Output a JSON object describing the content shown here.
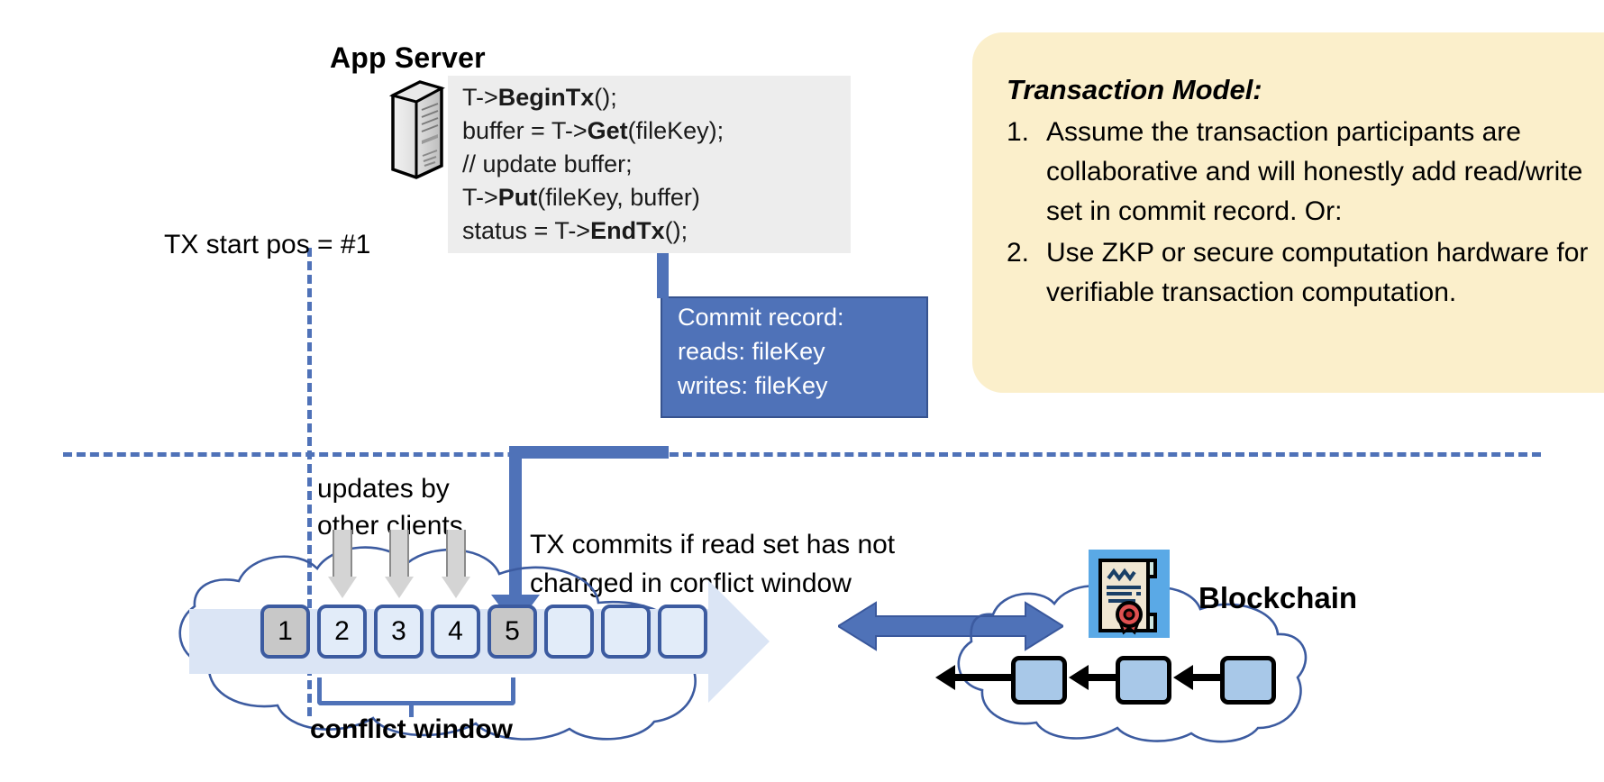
{
  "app_server": {
    "title": "App Server",
    "icon": "server-tower-icon",
    "code_lines": [
      {
        "pre": "T->",
        "bold": "BeginTx",
        "post": "();"
      },
      {
        "pre": "buffer = T->",
        "bold": "Get",
        "post": "(fileKey);"
      },
      {
        "pre": "// update buffer;",
        "bold": "",
        "post": ""
      },
      {
        "pre": "T->",
        "bold": "Put",
        "post": "(fileKey, buffer)"
      },
      {
        "pre": "status = T->",
        "bold": "EndTx",
        "post": "();"
      }
    ]
  },
  "commit_record": {
    "line1": "Commit record:",
    "line2": "reads: fileKey",
    "line3": "writes: fileKey",
    "bg_color": "#4f72b8",
    "text_color": "#ffffff"
  },
  "transaction_model": {
    "title": "Transaction Model:",
    "bg_color": "#fbefcb",
    "items": [
      {
        "num": "1.",
        "text": "Assume the transaction participants are collaborative and will honestly add read/write set in commit record.  Or:"
      },
      {
        "num": "2.",
        "text": "Use ZKP or secure computation hardware for verifiable transaction computation."
      }
    ]
  },
  "annotations": {
    "tx_start_pos": "TX start pos = #1",
    "updates_line1": "updates by",
    "updates_line2": "other clients",
    "commits_line1": "TX commits if read set has not",
    "commits_line2": "changed in conflict window",
    "conflict_window": "conflict window",
    "blockchain": "Blockchain"
  },
  "ledger": {
    "blocks": [
      {
        "label": "1",
        "state": "gray"
      },
      {
        "label": "2",
        "state": "blue"
      },
      {
        "label": "3",
        "state": "blue"
      },
      {
        "label": "4",
        "state": "blue"
      },
      {
        "label": "5",
        "state": "gray"
      },
      {
        "label": "",
        "state": "blue"
      },
      {
        "label": "",
        "state": "blue"
      },
      {
        "label": "",
        "state": "blue"
      }
    ],
    "band_color": "#dbe5f5",
    "block_border": "#3c5ba0"
  },
  "blockchain_cloud": {
    "cert_icon": "certificate-scroll-icon",
    "chain_block_count": 3,
    "block_color": "#a8c8e8"
  },
  "colors": {
    "accent_blue": "#4f72b8",
    "pale_blue": "#dbe5f5",
    "cream": "#fbefcb",
    "code_bg": "#ededed"
  }
}
